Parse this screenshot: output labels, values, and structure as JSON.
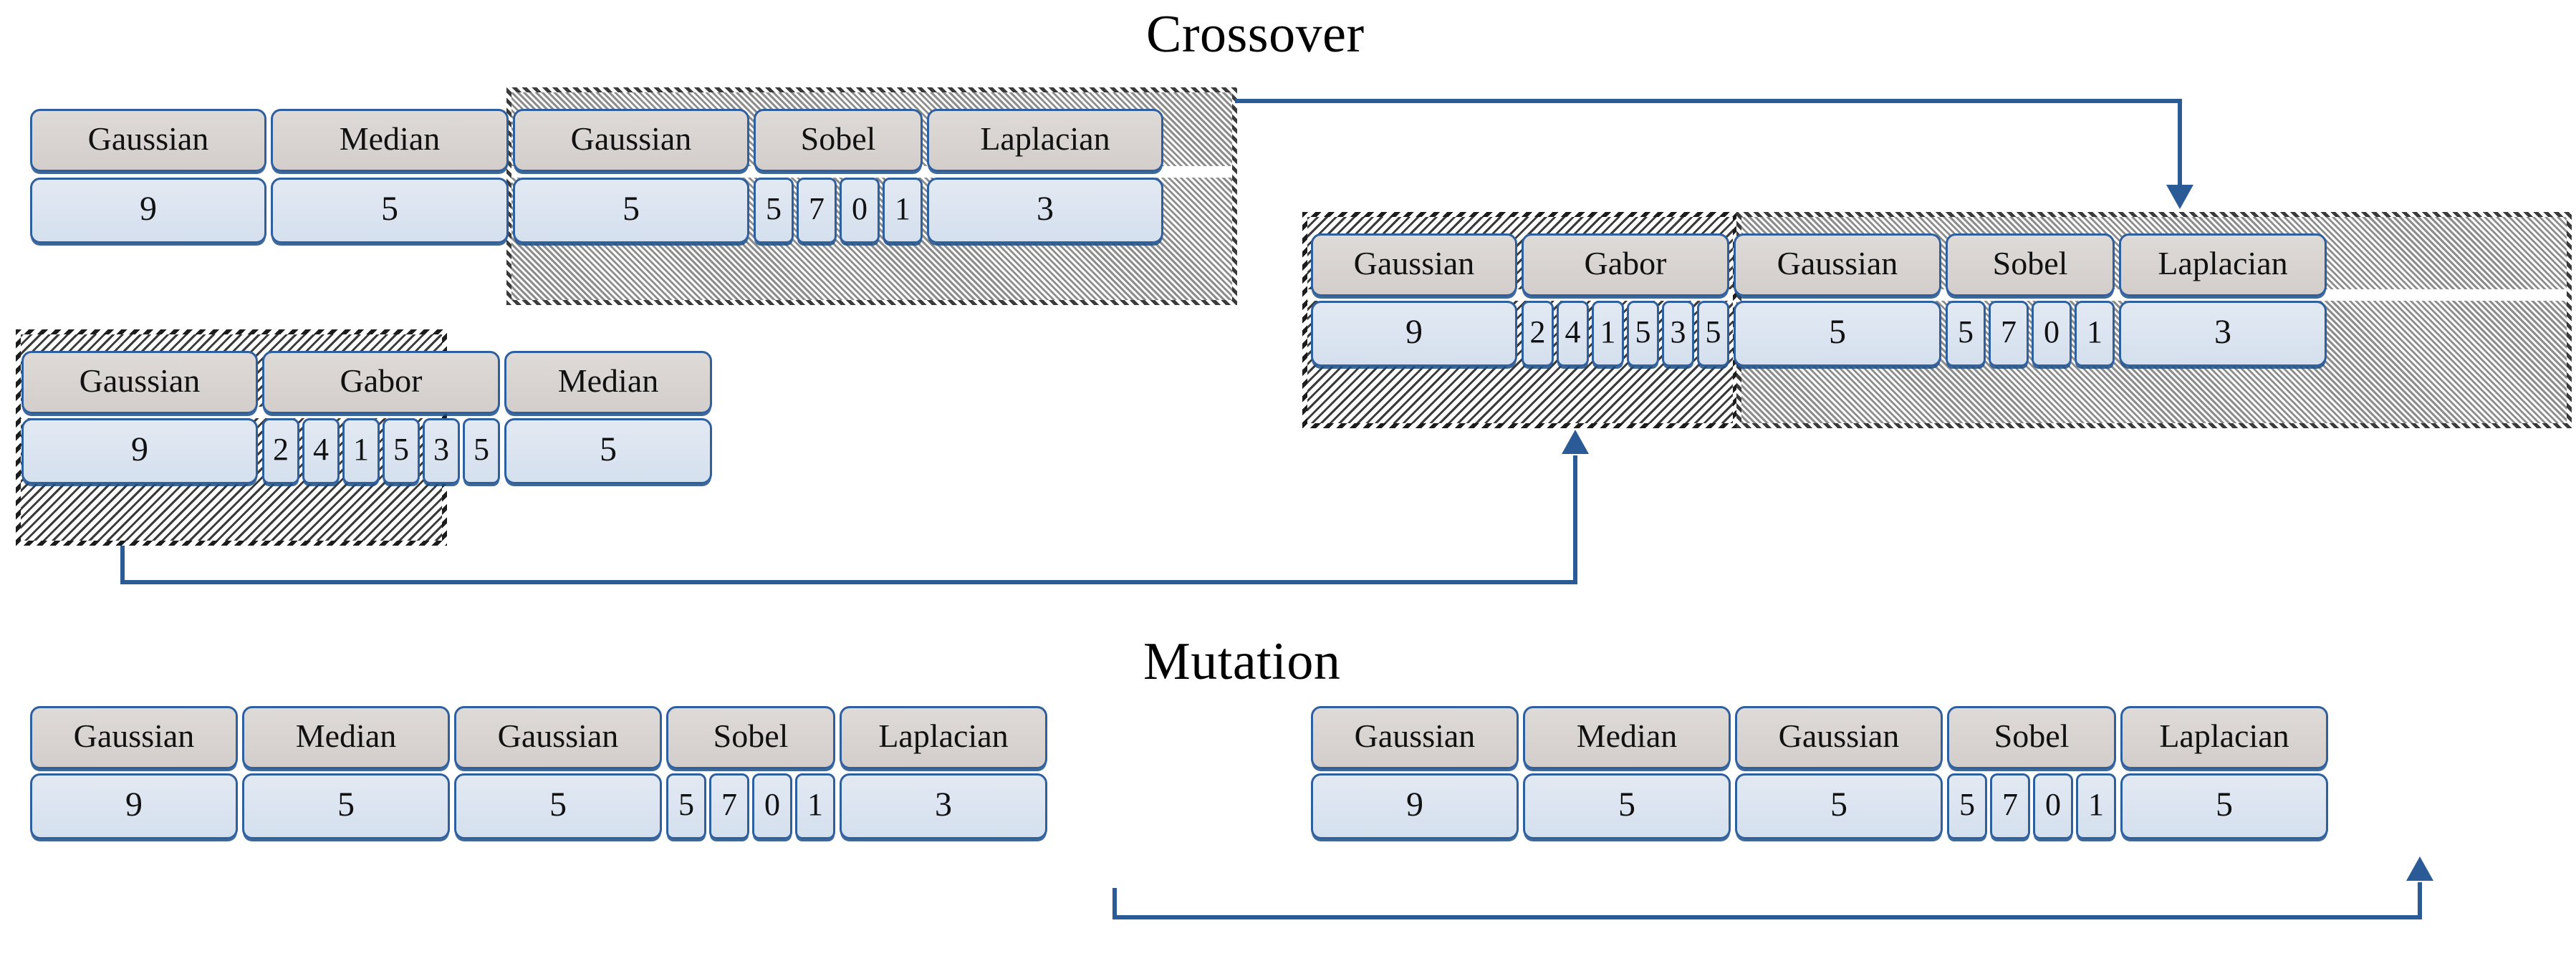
{
  "sections": {
    "crossover": {
      "title": "Crossover"
    },
    "mutation": {
      "title": "Mutation"
    }
  },
  "chromosomes": {
    "parent_a": {
      "label": "parent-a",
      "genes": [
        {
          "name": "Gaussian",
          "values": [
            "9"
          ]
        },
        {
          "name": "Median",
          "values": [
            "5"
          ]
        },
        {
          "name": "Gaussian",
          "values": [
            "5"
          ]
        },
        {
          "name": "Sobel",
          "values": [
            "5",
            "7",
            "0",
            "1"
          ]
        },
        {
          "name": "Laplacian",
          "values": [
            "3"
          ]
        }
      ]
    },
    "parent_b": {
      "label": "parent-b",
      "genes": [
        {
          "name": "Gaussian",
          "values": [
            "9"
          ]
        },
        {
          "name": "Gabor",
          "values": [
            "2",
            "4",
            "1",
            "5",
            "3",
            "5"
          ]
        },
        {
          "name": "Median",
          "values": [
            "5"
          ]
        }
      ]
    },
    "offspring": {
      "label": "offspring",
      "genes": [
        {
          "name": "Gaussian",
          "values": [
            "9"
          ]
        },
        {
          "name": "Gabor",
          "values": [
            "2",
            "4",
            "1",
            "5",
            "3",
            "5"
          ]
        },
        {
          "name": "Gaussian",
          "values": [
            "5"
          ]
        },
        {
          "name": "Sobel",
          "values": [
            "5",
            "7",
            "0",
            "1"
          ]
        },
        {
          "name": "Laplacian",
          "values": [
            "3"
          ]
        }
      ]
    },
    "mutation_before": {
      "label": "mutation-before",
      "genes": [
        {
          "name": "Gaussian",
          "values": [
            "9"
          ]
        },
        {
          "name": "Median",
          "values": [
            "5"
          ]
        },
        {
          "name": "Gaussian",
          "values": [
            "5"
          ]
        },
        {
          "name": "Sobel",
          "values": [
            "5",
            "7",
            "0",
            "1"
          ]
        },
        {
          "name": "Laplacian",
          "values": [
            "3"
          ]
        }
      ]
    },
    "mutation_after": {
      "label": "mutation-after",
      "genes": [
        {
          "name": "Gaussian",
          "values": [
            "9"
          ]
        },
        {
          "name": "Median",
          "values": [
            "5"
          ]
        },
        {
          "name": "Gaussian",
          "values": [
            "5"
          ]
        },
        {
          "name": "Sobel",
          "values": [
            "5",
            "7",
            "0",
            "1"
          ]
        },
        {
          "name": "Laplacian",
          "values": [
            "5"
          ]
        }
      ]
    }
  },
  "colors": {
    "gene_name_fill": "#d6d2cf",
    "gene_value_fill": "#dbe4ef",
    "border": "#2e5f9e",
    "connector": "#2a5b96",
    "text": "#111111"
  }
}
